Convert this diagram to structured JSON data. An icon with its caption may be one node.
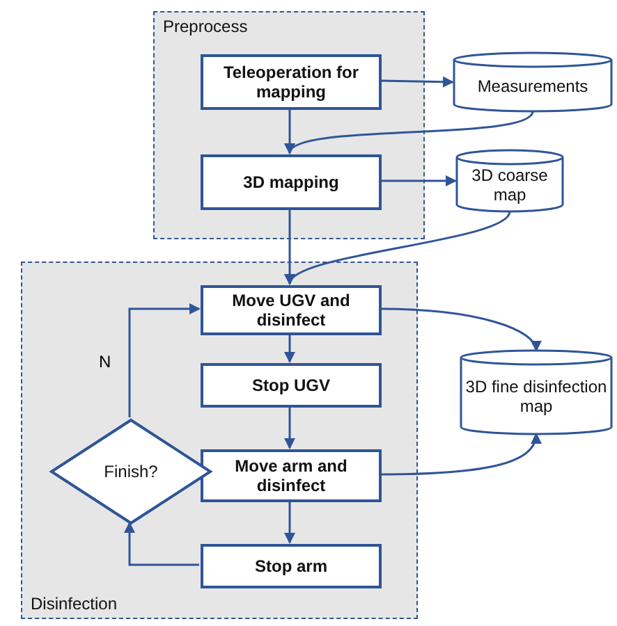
{
  "diagram": {
    "nodes": [
      {
        "text": [
          "Preprocess"
        ]
      },
      {
        "text": [
          "Teleoperation for mapping"
        ],
        "in": 0
      },
      {
        "text": [
          "3D mapping"
        ],
        "in": 0
      },
      {
        "text": [
          "Measurements"
        ]
      },
      {
        "text": [
          "3D coarse map"
        ]
      },
      {
        "text": [
          "Disinfection"
        ]
      },
      {
        "text": [
          "Move UGV and disinfect"
        ],
        "in": 5
      },
      {
        "text": [
          "Stop UGV"
        ],
        "in": 5
      },
      {
        "text": [
          "Move arm and disinfect"
        ],
        "in": 5
      },
      {
        "text": [
          "Stop arm"
        ],
        "in": 5
      },
      {
        "text": [
          "Finish?"
        ],
        "in": 5
      },
      {
        "text": [
          "3D fine disinfection map"
        ]
      }
    ],
    "edges": [
      {
        "from": 1,
        "to": 3,
        "arrow": "to"
      },
      {
        "from": 1,
        "to": 2,
        "arrow": "to"
      },
      {
        "from": 3,
        "to": 2,
        "arrow": "to"
      },
      {
        "from": 2,
        "to": 4,
        "arrow": "to"
      },
      {
        "from": 4,
        "to": 6,
        "arrow": "to"
      },
      {
        "from": 2,
        "to": 6,
        "arrow": "to"
      },
      {
        "from": 6,
        "to": 7,
        "arrow": "to"
      },
      {
        "from": 7,
        "to": 8,
        "arrow": "to"
      },
      {
        "from": 8,
        "to": 9,
        "arrow": "to"
      },
      {
        "from": 9,
        "to": 10,
        "arrow": "to"
      },
      {
        "from": 10,
        "to": 6,
        "arrow": "to",
        "label": "N"
      },
      {
        "from": 6,
        "to": 11,
        "arrow": "to"
      },
      {
        "from": 8,
        "to": 11,
        "arrow": "to"
      }
    ]
  }
}
